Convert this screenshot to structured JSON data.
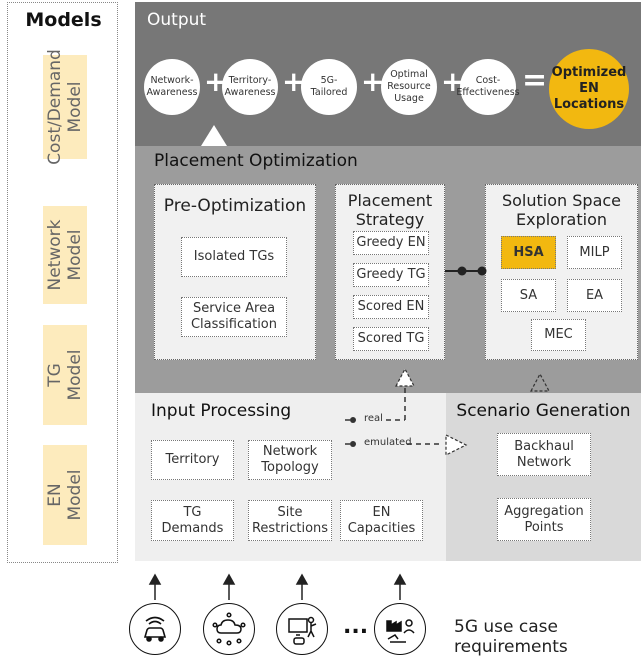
{
  "models": {
    "title": "Models",
    "items": [
      {
        "line1": "Cost/Demand",
        "line2": "Model"
      },
      {
        "line1": "Network",
        "line2": "Model"
      },
      {
        "line1": "TG",
        "line2": "Model"
      },
      {
        "line1": "EN",
        "line2": "Model"
      }
    ]
  },
  "output": {
    "title": "Output",
    "objectives": [
      {
        "line1": "Network-",
        "line2": "Awareness",
        "line3": ""
      },
      {
        "line1": "Territory-",
        "line2": "Awareness",
        "line3": ""
      },
      {
        "line1": "5G-",
        "line2": "Tailored",
        "line3": ""
      },
      {
        "line1": "Optimal",
        "line2": "Resource",
        "line3": "Usage"
      },
      {
        "line1": "Cost-",
        "line2": "Effectiveness",
        "line3": ""
      }
    ],
    "plus_symbol": "+",
    "equals_symbol": "=",
    "result": {
      "line1": "Optimized",
      "line2": "EN",
      "line3": "Locations"
    }
  },
  "placement": {
    "title": "Placement Optimization",
    "pre_optimization": {
      "title": "Pre-Optimization",
      "items": [
        {
          "line1": "Isolated TGs",
          "line2": ""
        },
        {
          "line1": "Service Area",
          "line2": "Classification"
        }
      ]
    },
    "strategy": {
      "title_line1": "Placement",
      "title_line2": "Strategy",
      "items": [
        "Greedy EN",
        "Greedy TG",
        "Scored EN",
        "Scored TG"
      ]
    },
    "solution_space": {
      "title_line1": "Solution Space",
      "title_line2": "Exploration",
      "items": [
        "HSA",
        "MILP",
        "SA",
        "EA",
        "MEC"
      ]
    }
  },
  "input_processing": {
    "title": "Input Processing",
    "territory": "Territory",
    "network_topology": {
      "line1": "Network",
      "line2": "Topology"
    },
    "tg_demands": {
      "line1": "TG",
      "line2": "Demands"
    },
    "site_restrictions": {
      "line1": "Site",
      "line2": "Restrictions"
    },
    "en_capacities": {
      "line1": "EN",
      "line2": "Capacities"
    },
    "real_label": "real",
    "emulated_label": "emulated"
  },
  "scenario": {
    "title": "Scenario Generation",
    "backhaul": {
      "line1": "Backhaul",
      "line2": "Network"
    },
    "aggregation": {
      "line1": "Aggregation",
      "line2": "Points"
    }
  },
  "use_cases": {
    "ellipsis": "...",
    "line1": "5G use case",
    "line2": "requirements"
  },
  "colors": {
    "highlight": "#f2b810",
    "model_fill": "#fdebbd",
    "output_bg": "#777777",
    "placement_bg": "#9c9c9c"
  }
}
